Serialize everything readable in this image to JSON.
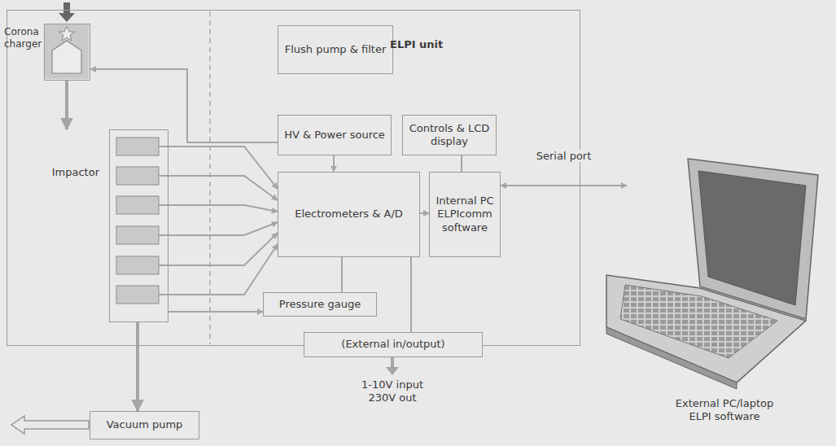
{
  "diagram": {
    "nodes": [
      {
        "text": [
          "ELPI unit"
        ]
      },
      {
        "text": [
          "Corona charger"
        ],
        "in": 0
      },
      {
        "text": [
          "Impactor"
        ],
        "in": 0
      },
      {
        "text": [
          "Flush pump & filter"
        ],
        "in": 0
      },
      {
        "text": [
          "HV & Power source"
        ],
        "in": 0
      },
      {
        "text": [
          "Controls & LCD display"
        ],
        "in": 0
      },
      {
        "text": [
          "Electrometers & A/D"
        ],
        "in": 0
      },
      {
        "text": [
          "Internal PC ELPIcomm software"
        ],
        "in": 0
      },
      {
        "text": [
          "Pressure gauge"
        ],
        "in": 0
      },
      {
        "text": [
          "(External in/output)"
        ],
        "in": 0
      },
      {
        "text": [
          "Vacuum pump"
        ]
      },
      {
        "text": [
          "External PC/laptop ELPI software"
        ]
      }
    ],
    "edges": [
      {
        "from": 1,
        "to": 2,
        "arrow": "to"
      },
      {
        "from": 2,
        "to": 10,
        "arrow": "to"
      },
      {
        "from": 2,
        "to": 6,
        "arrow": "to"
      },
      {
        "from": 2,
        "to": 6,
        "arrow": "to"
      },
      {
        "from": 2,
        "to": 6,
        "arrow": "to"
      },
      {
        "from": 2,
        "to": 6,
        "arrow": "to"
      },
      {
        "from": 2,
        "to": 6,
        "arrow": "to"
      },
      {
        "from": 2,
        "to": 6,
        "arrow": "to"
      },
      {
        "from": 2,
        "to": 8,
        "arrow": "to"
      },
      {
        "from": 4,
        "to": 1,
        "arrow": "to"
      },
      {
        "from": 4,
        "to": 6,
        "arrow": "to"
      },
      {
        "from": 5,
        "to": 7,
        "arrow": "none"
      },
      {
        "from": 6,
        "to": 7,
        "arrow": "to"
      },
      {
        "from": 6,
        "to": 8,
        "arrow": "none"
      },
      {
        "from": 6,
        "to": 9,
        "arrow": "none"
      },
      {
        "from": 7,
        "to": 11,
        "label": "Serial port",
        "arrow": "both"
      }
    ],
    "labels": [
      "1-10V input 230V out"
    ]
  }
}
